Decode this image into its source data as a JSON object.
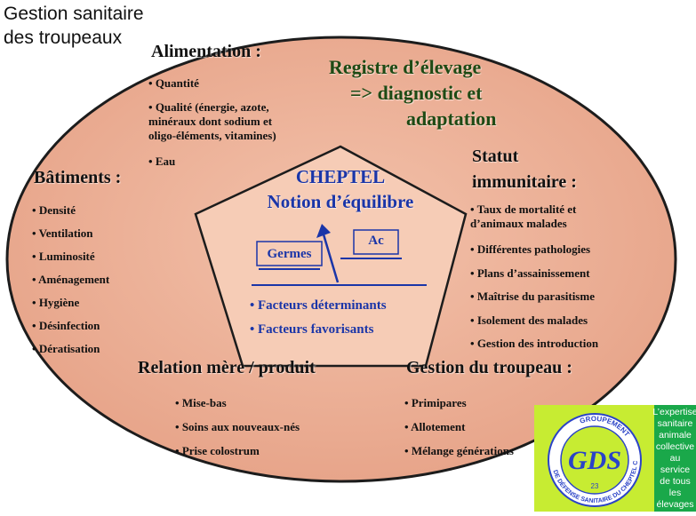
{
  "title": [
    "Gestion sanitaire",
    "des troupeaux"
  ],
  "colors": {
    "oval_fill": "#ecb198",
    "oval_stroke": "#1c1c1c",
    "pentagon_fill": "#f6ccb6",
    "blue_text": "#1a35a8",
    "green_text": "#1e4a14",
    "logo_yellow": "#c7ec32",
    "logo_green": "#1aa84a",
    "logo_blue": "#2b43c7"
  },
  "alimentation": {
    "heading": "Alimentation :",
    "items": [
      "Quantité",
      "Qualité (énergie, azote,",
      "Eau"
    ],
    "quality_extra_lines": [
      "minéraux dont sodium et",
      "oligo-éléments, vitamines)"
    ]
  },
  "registre": {
    "lines": [
      "Registre d’élevage",
      "=> diagnostic et",
      "adaptation"
    ]
  },
  "batiments": {
    "heading": "Bâtiments :",
    "items": [
      "Densité",
      "Ventilation",
      "Luminosité",
      "Aménagement",
      "Hygiène",
      "Désinfection",
      "Dératisation"
    ]
  },
  "statut": {
    "heading": [
      "Statut",
      "immunitaire :"
    ],
    "items": [
      "Taux de mortalité et",
      "Différentes pathologies",
      "Plans d’assainissement",
      "Maîtrise du parasitisme",
      "Isolement des malades",
      "Gestion des introduction"
    ],
    "first_item_extra": "d’animaux malades"
  },
  "cheptel": {
    "title": "CHEPTEL",
    "subtitle": "Notion d’équilibre",
    "box_germes": "Germes",
    "box_ac": "Ac",
    "factors": [
      "Facteurs déterminants",
      "Facteurs favorisants"
    ]
  },
  "relation": {
    "heading": "Relation mère / produit",
    "items": [
      "Mise-bas",
      "Soins aux nouveaux-nés",
      "Prise colostrum"
    ]
  },
  "gestion": {
    "heading": "Gestion du troupeau :",
    "items": [
      "Primipares",
      "Allotement",
      "Mélange générations"
    ]
  },
  "logo": {
    "letters": "GDS",
    "number": "23",
    "arc_top": "GROUPEMENT",
    "arc_bottom": "DE DÉFENSE SANITAIRE DU CHEPTEL CREUSOIS",
    "tagline": [
      "L’expertise",
      "sanitaire",
      "animale",
      "collective",
      "au service",
      "de tous les",
      "élevages"
    ]
  }
}
